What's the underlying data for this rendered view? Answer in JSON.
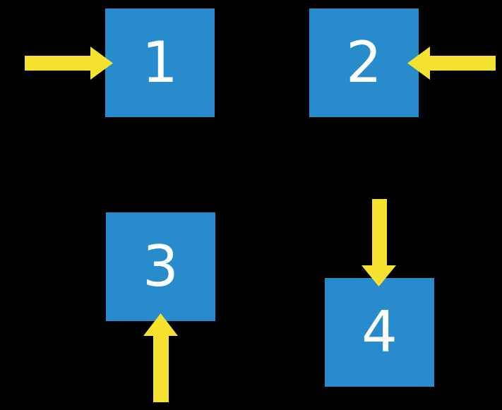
{
  "diagram": {
    "background": "#000000",
    "square_color": "#288BCC",
    "arrow_color": "#F4E22F",
    "label_color": "#FFFFFF"
  },
  "squares": [
    {
      "label": "1",
      "arrow_direction": "right",
      "arrow_enters_from": "left"
    },
    {
      "label": "2",
      "arrow_direction": "left",
      "arrow_enters_from": "right"
    },
    {
      "label": "3",
      "arrow_direction": "up",
      "arrow_enters_from": "bottom"
    },
    {
      "label": "4",
      "arrow_direction": "down",
      "arrow_enters_from": "top"
    }
  ]
}
